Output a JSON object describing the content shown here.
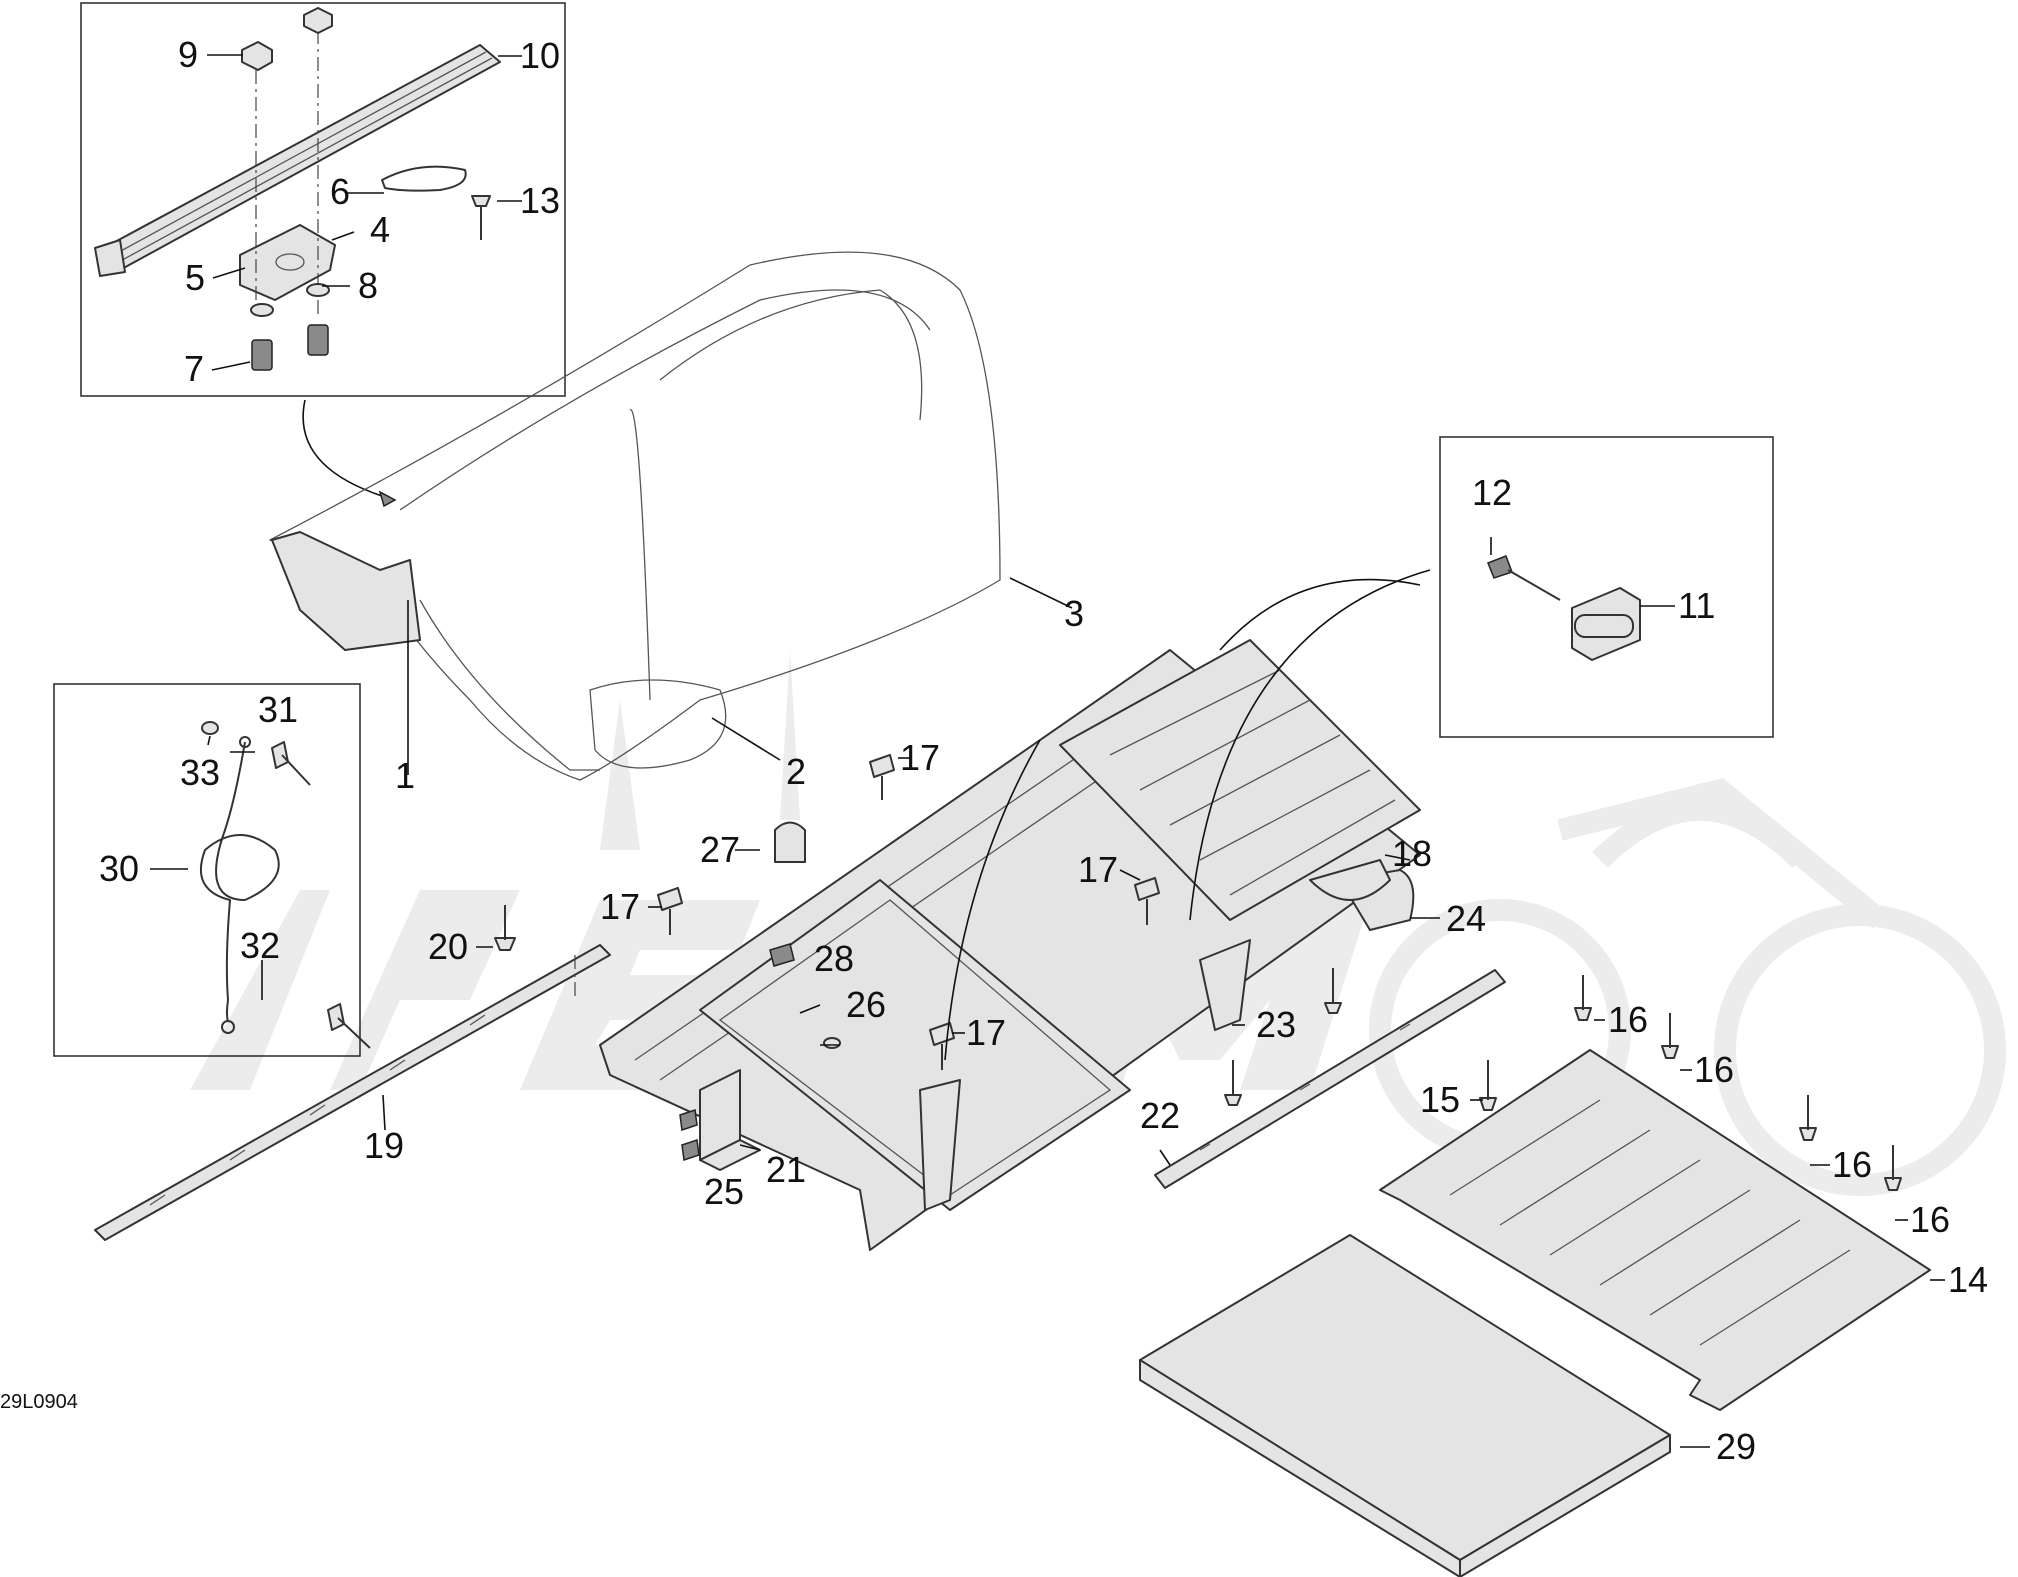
{
  "drawing_id": "29L0904",
  "callouts": [
    {
      "n": "1"
    },
    {
      "n": "2"
    },
    {
      "n": "3"
    },
    {
      "n": "4"
    },
    {
      "n": "5"
    },
    {
      "n": "6"
    },
    {
      "n": "7"
    },
    {
      "n": "8"
    },
    {
      "n": "9"
    },
    {
      "n": "10"
    },
    {
      "n": "11"
    },
    {
      "n": "12"
    },
    {
      "n": "13"
    },
    {
      "n": "14"
    },
    {
      "n": "15"
    },
    {
      "n": "16"
    },
    {
      "n": "16"
    },
    {
      "n": "16"
    },
    {
      "n": "16"
    },
    {
      "n": "17"
    },
    {
      "n": "17"
    },
    {
      "n": "17"
    },
    {
      "n": "17"
    },
    {
      "n": "18"
    },
    {
      "n": "19"
    },
    {
      "n": "20"
    },
    {
      "n": "21"
    },
    {
      "n": "22"
    },
    {
      "n": "23"
    },
    {
      "n": "24"
    },
    {
      "n": "25"
    },
    {
      "n": "26"
    },
    {
      "n": "27"
    },
    {
      "n": "28"
    },
    {
      "n": "29"
    },
    {
      "n": "30"
    },
    {
      "n": "31"
    },
    {
      "n": "32"
    },
    {
      "n": "33"
    }
  ]
}
